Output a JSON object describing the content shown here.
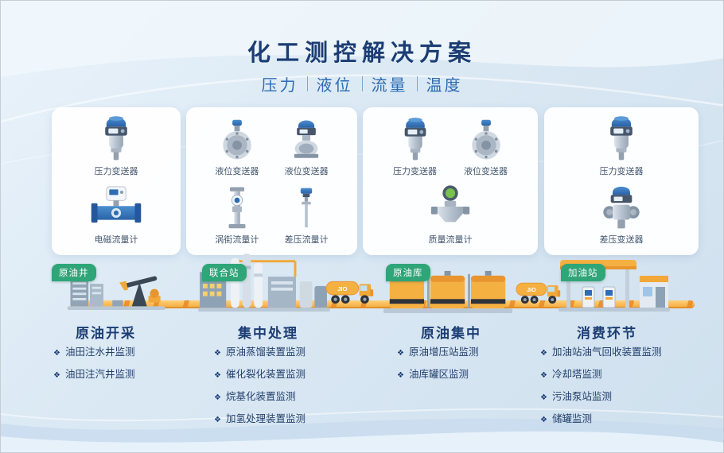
{
  "header": {
    "title": "化工测控解决方案",
    "filters": [
      "压力",
      "液位",
      "流量",
      "温度"
    ]
  },
  "panels": [
    {
      "row1": [
        {
          "label": "压力变送器",
          "icon": "pressure-transmitter"
        }
      ],
      "row2": [
        {
          "label": "电磁流量计",
          "icon": "electromagnetic-flowmeter"
        }
      ]
    },
    {
      "row1": [
        {
          "label": "液位变送器",
          "icon": "level-transmitter-flange"
        },
        {
          "label": "液位变送器",
          "icon": "level-transmitter"
        }
      ],
      "row2": [
        {
          "label": "涡街流量计",
          "icon": "vortex-flowmeter"
        },
        {
          "label": "差压流量计",
          "icon": "differential-pressure-flowmeter"
        }
      ]
    },
    {
      "row1": [
        {
          "label": "压力变送器",
          "icon": "pressure-transmitter"
        },
        {
          "label": "液位变送器",
          "icon": "level-transmitter"
        }
      ],
      "row2": [
        {
          "label": "质量流量计",
          "icon": "mass-flowmeter"
        }
      ]
    },
    {
      "row1": [
        {
          "label": "压力变送器",
          "icon": "pressure-transmitter"
        }
      ],
      "row2": [
        {
          "label": "差压变送器",
          "icon": "differential-pressure-transmitter"
        }
      ]
    }
  ],
  "stages": [
    {
      "badge": "原油井",
      "title": "原油开采",
      "items": [
        "油田注水井监测",
        "油田注汽井监测"
      ]
    },
    {
      "badge": "联合站",
      "title": "集中处理",
      "items": [
        "原油蒸馏装置监测",
        "催化裂化装置监测",
        "烷基化装置监测",
        "加氢处理装置监测"
      ]
    },
    {
      "badge": "原油库",
      "title": "原油集中",
      "items": [
        "原油增压站监测",
        "油库罐区监测"
      ]
    },
    {
      "badge": "加油站",
      "title": "消费环节",
      "items": [
        "加油站油气回收装置监测",
        "冷却塔监测",
        "污油泵站监测",
        "储罐监测"
      ]
    }
  ],
  "truck_label": "JIO",
  "bullet_icon": "❖",
  "colors": {
    "title_text": "#1c3d74",
    "subtitle_text": "#2d6cb3",
    "badge_green": "#2fa578",
    "pipeline_yellow": "#f2a838",
    "panel_bg": "#ffffff",
    "background": "#d9e7f3"
  }
}
